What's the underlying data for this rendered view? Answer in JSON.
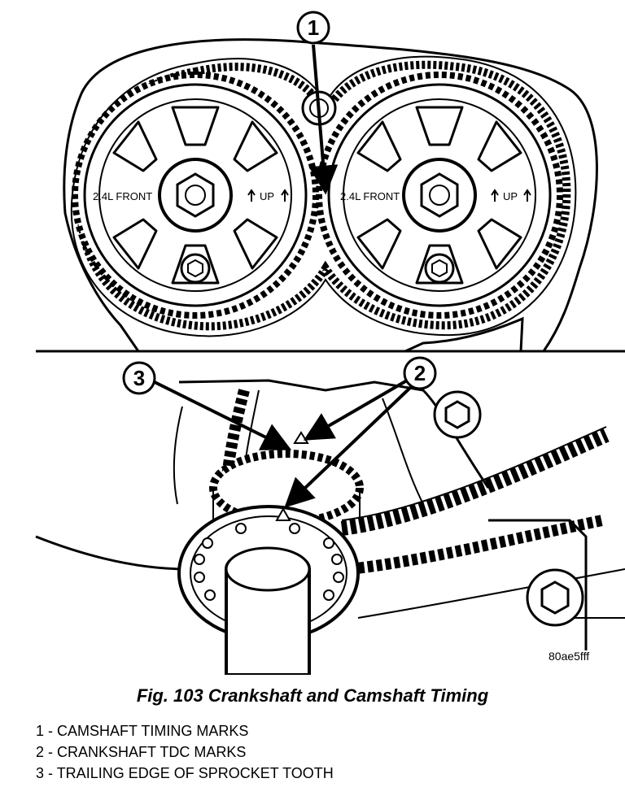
{
  "figure": {
    "title": "Fig. 103 Crankshaft and Camshaft Timing",
    "image_code": "80ae5fff"
  },
  "sprockets": {
    "left": {
      "front_label": "2.4L FRONT",
      "up_label": "UP"
    },
    "right": {
      "front_label": "2.4L FRONT",
      "up_label": "UP"
    }
  },
  "callouts": [
    {
      "number": "1"
    },
    {
      "number": "2"
    },
    {
      "number": "3"
    }
  ],
  "legend": [
    {
      "number": "1",
      "separator": " - ",
      "text": "CAMSHAFT TIMING MARKS"
    },
    {
      "number": "2",
      "separator": " - ",
      "text": "CRANKSHAFT TDC MARKS"
    },
    {
      "number": "3",
      "separator": " - ",
      "text": "TRAILING EDGE OF SPROCKET TOOTH"
    }
  ],
  "colors": {
    "ink": "#000000",
    "paper": "#ffffff"
  }
}
